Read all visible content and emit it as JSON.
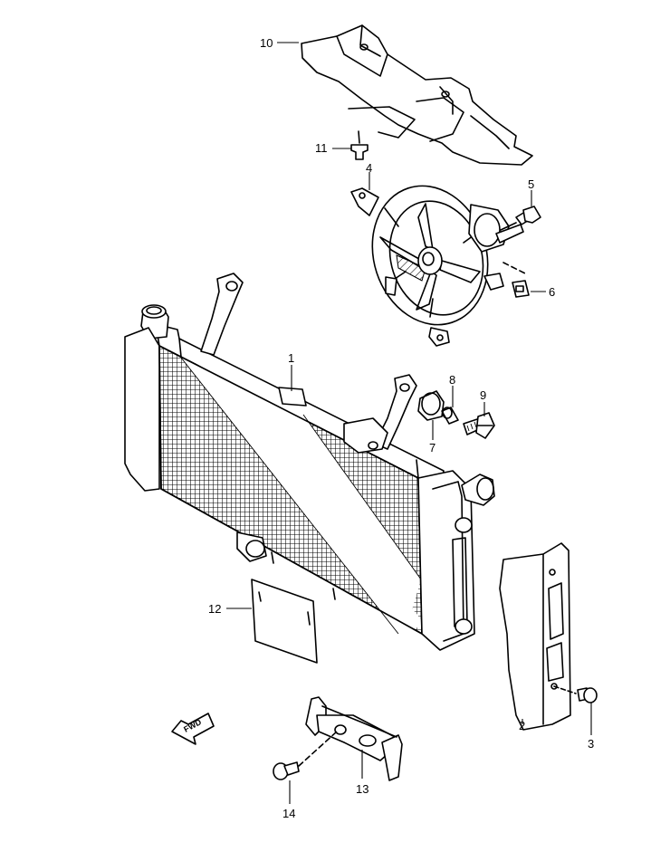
{
  "callouts": [
    {
      "id": "1",
      "label": "1"
    },
    {
      "id": "2",
      "label": "2"
    },
    {
      "id": "3",
      "label": "3"
    },
    {
      "id": "4",
      "label": "4"
    },
    {
      "id": "5",
      "label": "5"
    },
    {
      "id": "6",
      "label": "6"
    },
    {
      "id": "7",
      "label": "7"
    },
    {
      "id": "8",
      "label": "8"
    },
    {
      "id": "9",
      "label": "9"
    },
    {
      "id": "10",
      "label": "10"
    },
    {
      "id": "11",
      "label": "11"
    },
    {
      "id": "12",
      "label": "12"
    },
    {
      "id": "13",
      "label": "13"
    },
    {
      "id": "14",
      "label": "14"
    }
  ],
  "direction_badge": {
    "label": "FWD"
  }
}
